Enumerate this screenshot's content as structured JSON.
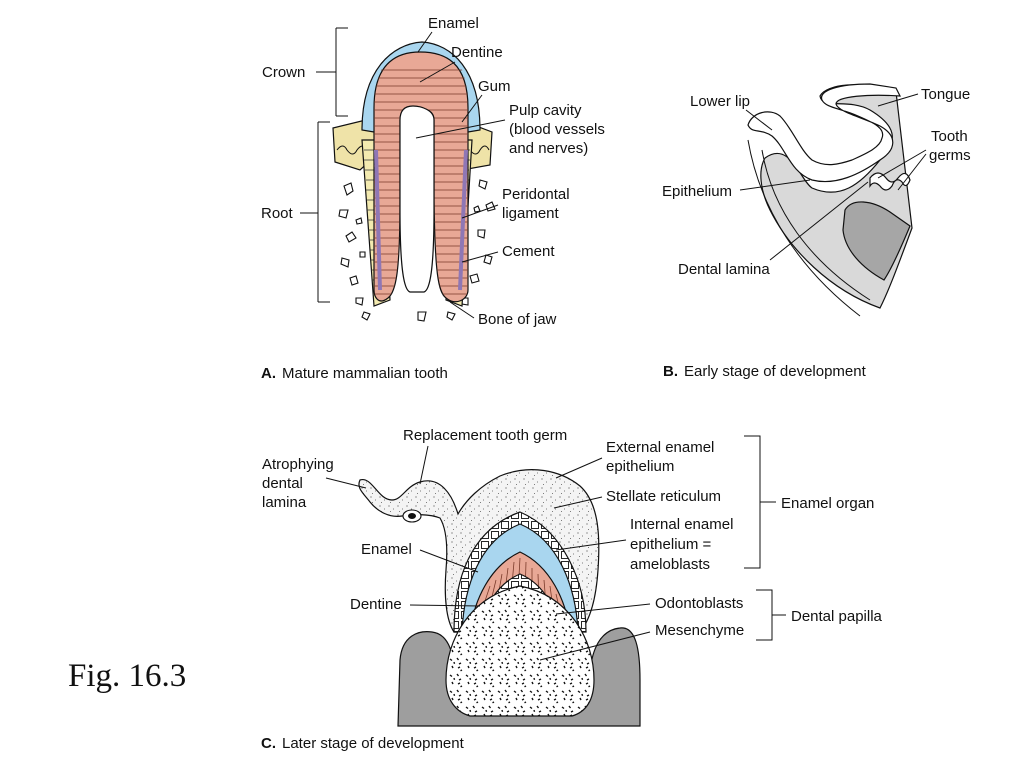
{
  "figure_number": "Fig. 16.3",
  "colors": {
    "enamel": "#a9d6ef",
    "dentine": "#e8a896",
    "gum": "#efe3a8",
    "cement": "#f3eab0",
    "ligament": "#8f77b5",
    "tissue": "#d9d9d9",
    "tissue_dark": "#a6a6a6",
    "jaw": "#9e9e9e",
    "stipple": "#f3f3f3"
  },
  "panel_a": {
    "caption_letter": "A.",
    "caption_text": "Mature mammalian tooth",
    "labels": {
      "enamel": "Enamel",
      "dentine": "Dentine",
      "gum": "Gum",
      "pulp_1": "Pulp cavity",
      "pulp_2": "(blood vessels",
      "pulp_3": "and nerves)",
      "ligament_1": "Peridontal",
      "ligament_2": "ligament",
      "cement": "Cement",
      "bone": "Bone of jaw",
      "crown": "Crown",
      "root": "Root"
    }
  },
  "panel_b": {
    "caption_letter": "B.",
    "caption_text": "Early stage of development",
    "labels": {
      "lower_lip": "Lower lip",
      "tongue": "Tongue",
      "germs_1": "Tooth",
      "germs_2": "germs",
      "epithelium": "Epithelium",
      "lamina": "Dental lamina"
    }
  },
  "panel_c": {
    "caption_letter": "C.",
    "caption_text": "Later stage of development",
    "labels": {
      "replacement": "Replacement tooth germ",
      "atrophy_1": "Atrophying",
      "atrophy_2": "dental",
      "atrophy_3": "lamina",
      "ext_1": "External enamel",
      "ext_2": "epithelium",
      "stellate": "Stellate reticulum",
      "int_1": "Internal enamel",
      "int_2": "epithelium =",
      "int_3": "ameloblasts",
      "enamel_organ": "Enamel organ",
      "enamel": "Enamel",
      "dentine": "Dentine",
      "odontoblasts": "Odontoblasts",
      "mesenchyme": "Mesenchyme",
      "papilla": "Dental papilla"
    }
  }
}
